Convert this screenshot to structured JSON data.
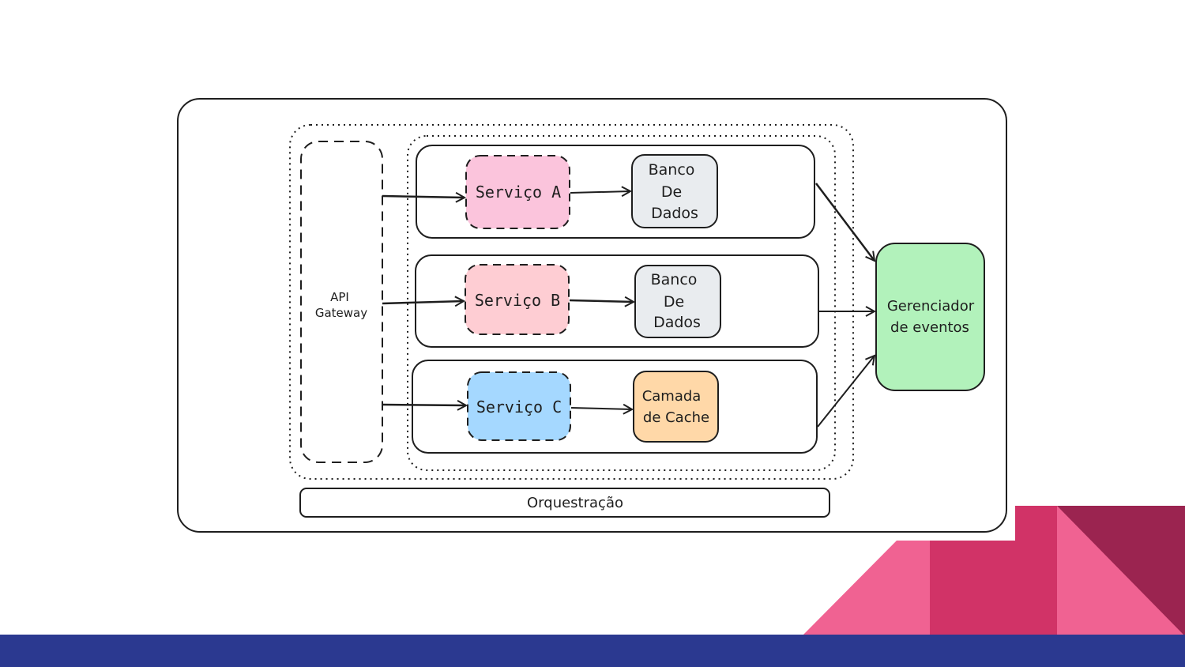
{
  "diagram": {
    "api_gateway": {
      "line1": "API",
      "line2": "Gateway"
    },
    "services": [
      {
        "label": "Serviço A",
        "store": [
          "Banco",
          "De",
          "Dados"
        ]
      },
      {
        "label": "Serviço B",
        "store": [
          "Banco",
          "De",
          "Dados"
        ]
      },
      {
        "label": "Serviço C",
        "store": [
          "Camada",
          "de Cache"
        ]
      }
    ],
    "event_manager": {
      "line1": "Gerenciador",
      "line2": "de eventos"
    },
    "orchestration": "Orquestração"
  },
  "colors": {
    "footer_bar": "#2b3990",
    "pink_light": "#f06292",
    "pink_mid": "#d13367",
    "maroon": "#9b2450",
    "service_a": "#fbc4dc",
    "service_b": "#fecdd3",
    "service_c": "#a5d8ff",
    "database": "#e9ecef",
    "cache": "#ffd8a8",
    "event_manager": "#b2f2bb",
    "stroke": "#1e1e1e"
  }
}
